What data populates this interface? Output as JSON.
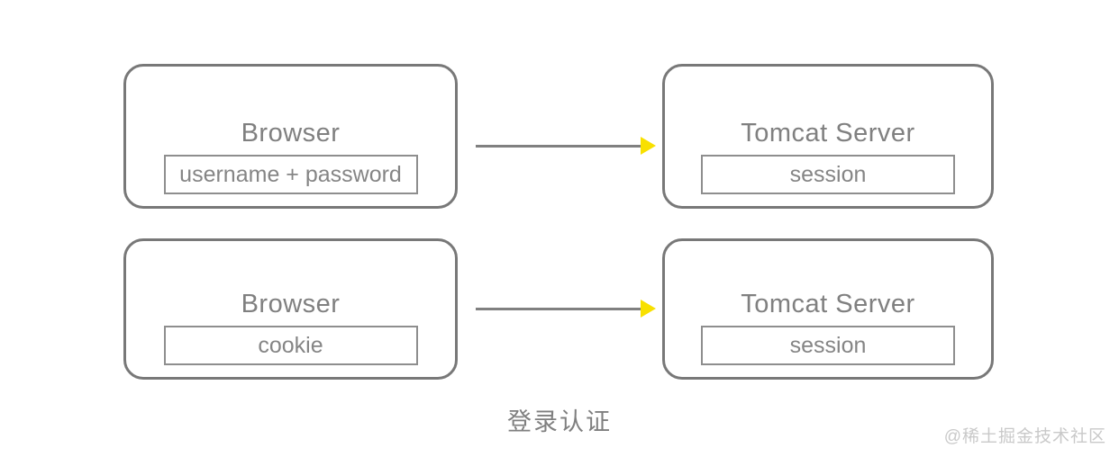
{
  "diagram": {
    "caption": "登录认证",
    "watermark": "@稀土掘金技术社区",
    "colors": {
      "node_border": "#787878",
      "inner_border": "#8e8e8e",
      "text": "#808080",
      "arrow_line": "#808080",
      "arrow_head": "#f8e000",
      "watermark": "#c9c9c9",
      "background": "#ffffff"
    },
    "rows": [
      {
        "source": {
          "title": "Browser",
          "item": "username + password"
        },
        "target": {
          "title": "Tomcat Server",
          "item": "session"
        },
        "arrow": "right-arrow"
      },
      {
        "source": {
          "title": "Browser",
          "item": "cookie"
        },
        "target": {
          "title": "Tomcat Server",
          "item": "session"
        },
        "arrow": "right-arrow"
      }
    ]
  }
}
